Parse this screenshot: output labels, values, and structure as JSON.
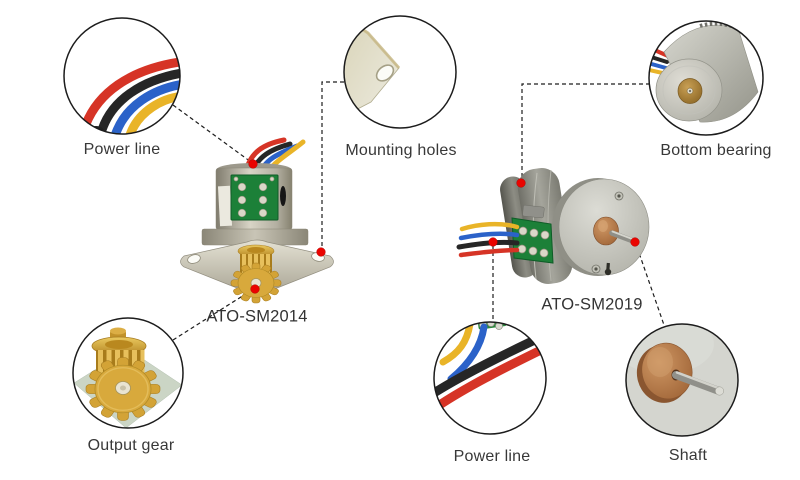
{
  "page": {
    "background": "#ffffff"
  },
  "diagram": {
    "products": [
      {
        "model": "ATO-SM2014",
        "callouts": [
          "Power line",
          "Mounting holes",
          "Output gear"
        ]
      },
      {
        "model": "ATO-SM2019",
        "callouts": [
          "Bottom bearing",
          "Power line",
          "Shaft"
        ]
      }
    ],
    "labels": {
      "power_line_top": "Power line",
      "mounting_holes": "Mounting holes",
      "bottom_bearing": "Bottom bearing",
      "output_gear": "Output gear",
      "power_line_bottom": "Power line",
      "shaft": "Shaft",
      "model_left": "ATO-SM2014",
      "model_right": "ATO-SM2019"
    },
    "colors": {
      "text": "#383838",
      "leader_line": "#1d1d1d",
      "marker_dot": "#ea0400",
      "wire_red": "#d63426",
      "wire_black": "#262626",
      "wire_blue": "#2b62c9",
      "wire_yellow": "#e9b428",
      "pcb_green": "#1c8038",
      "brass": "#d2a139",
      "copper": "#b97c4e",
      "metal_light": "#cfcfc8",
      "metal_dark": "#8f8f86"
    }
  }
}
